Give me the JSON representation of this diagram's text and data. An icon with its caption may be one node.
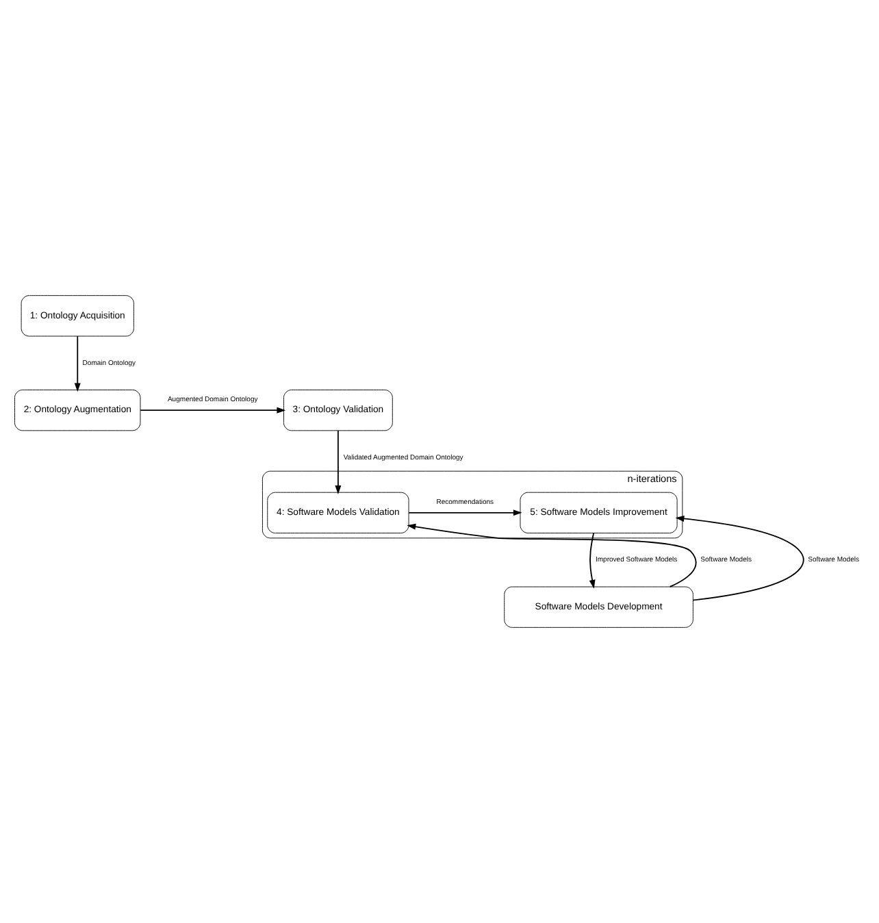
{
  "diagram": {
    "nodes": [
      {
        "text": [
          "1: Ontology Acquisition"
        ]
      },
      {
        "text": [
          "2: Ontology Augmentation"
        ]
      },
      {
        "text": [
          "3: Ontology Validation"
        ]
      },
      {
        "text": [
          "n-iterations"
        ]
      },
      {
        "text": [
          "4: Software Models Validation"
        ],
        "in": 3
      },
      {
        "text": [
          "5: Software Models Improvement"
        ],
        "in": 3
      },
      {
        "text": [
          "Software Models Development"
        ]
      }
    ],
    "edges": [
      {
        "from": 0,
        "to": 1,
        "arrow": "to",
        "label": "Domain Ontology"
      },
      {
        "from": 1,
        "to": 2,
        "arrow": "to",
        "label": "Augmented Domain Ontology"
      },
      {
        "from": 2,
        "to": 4,
        "arrow": "to",
        "label": "Validated Augmented Domain Ontology"
      },
      {
        "from": 4,
        "to": 5,
        "arrow": "to",
        "label": "Recommendations"
      },
      {
        "from": 6,
        "to": 4,
        "arrow": "to",
        "label": "Software Models"
      },
      {
        "from": 6,
        "to": 5,
        "arrow": "to",
        "label": "Software Models"
      },
      {
        "from": 5,
        "to": 6,
        "arrow": "to",
        "label": "Improved Software Models"
      }
    ]
  }
}
